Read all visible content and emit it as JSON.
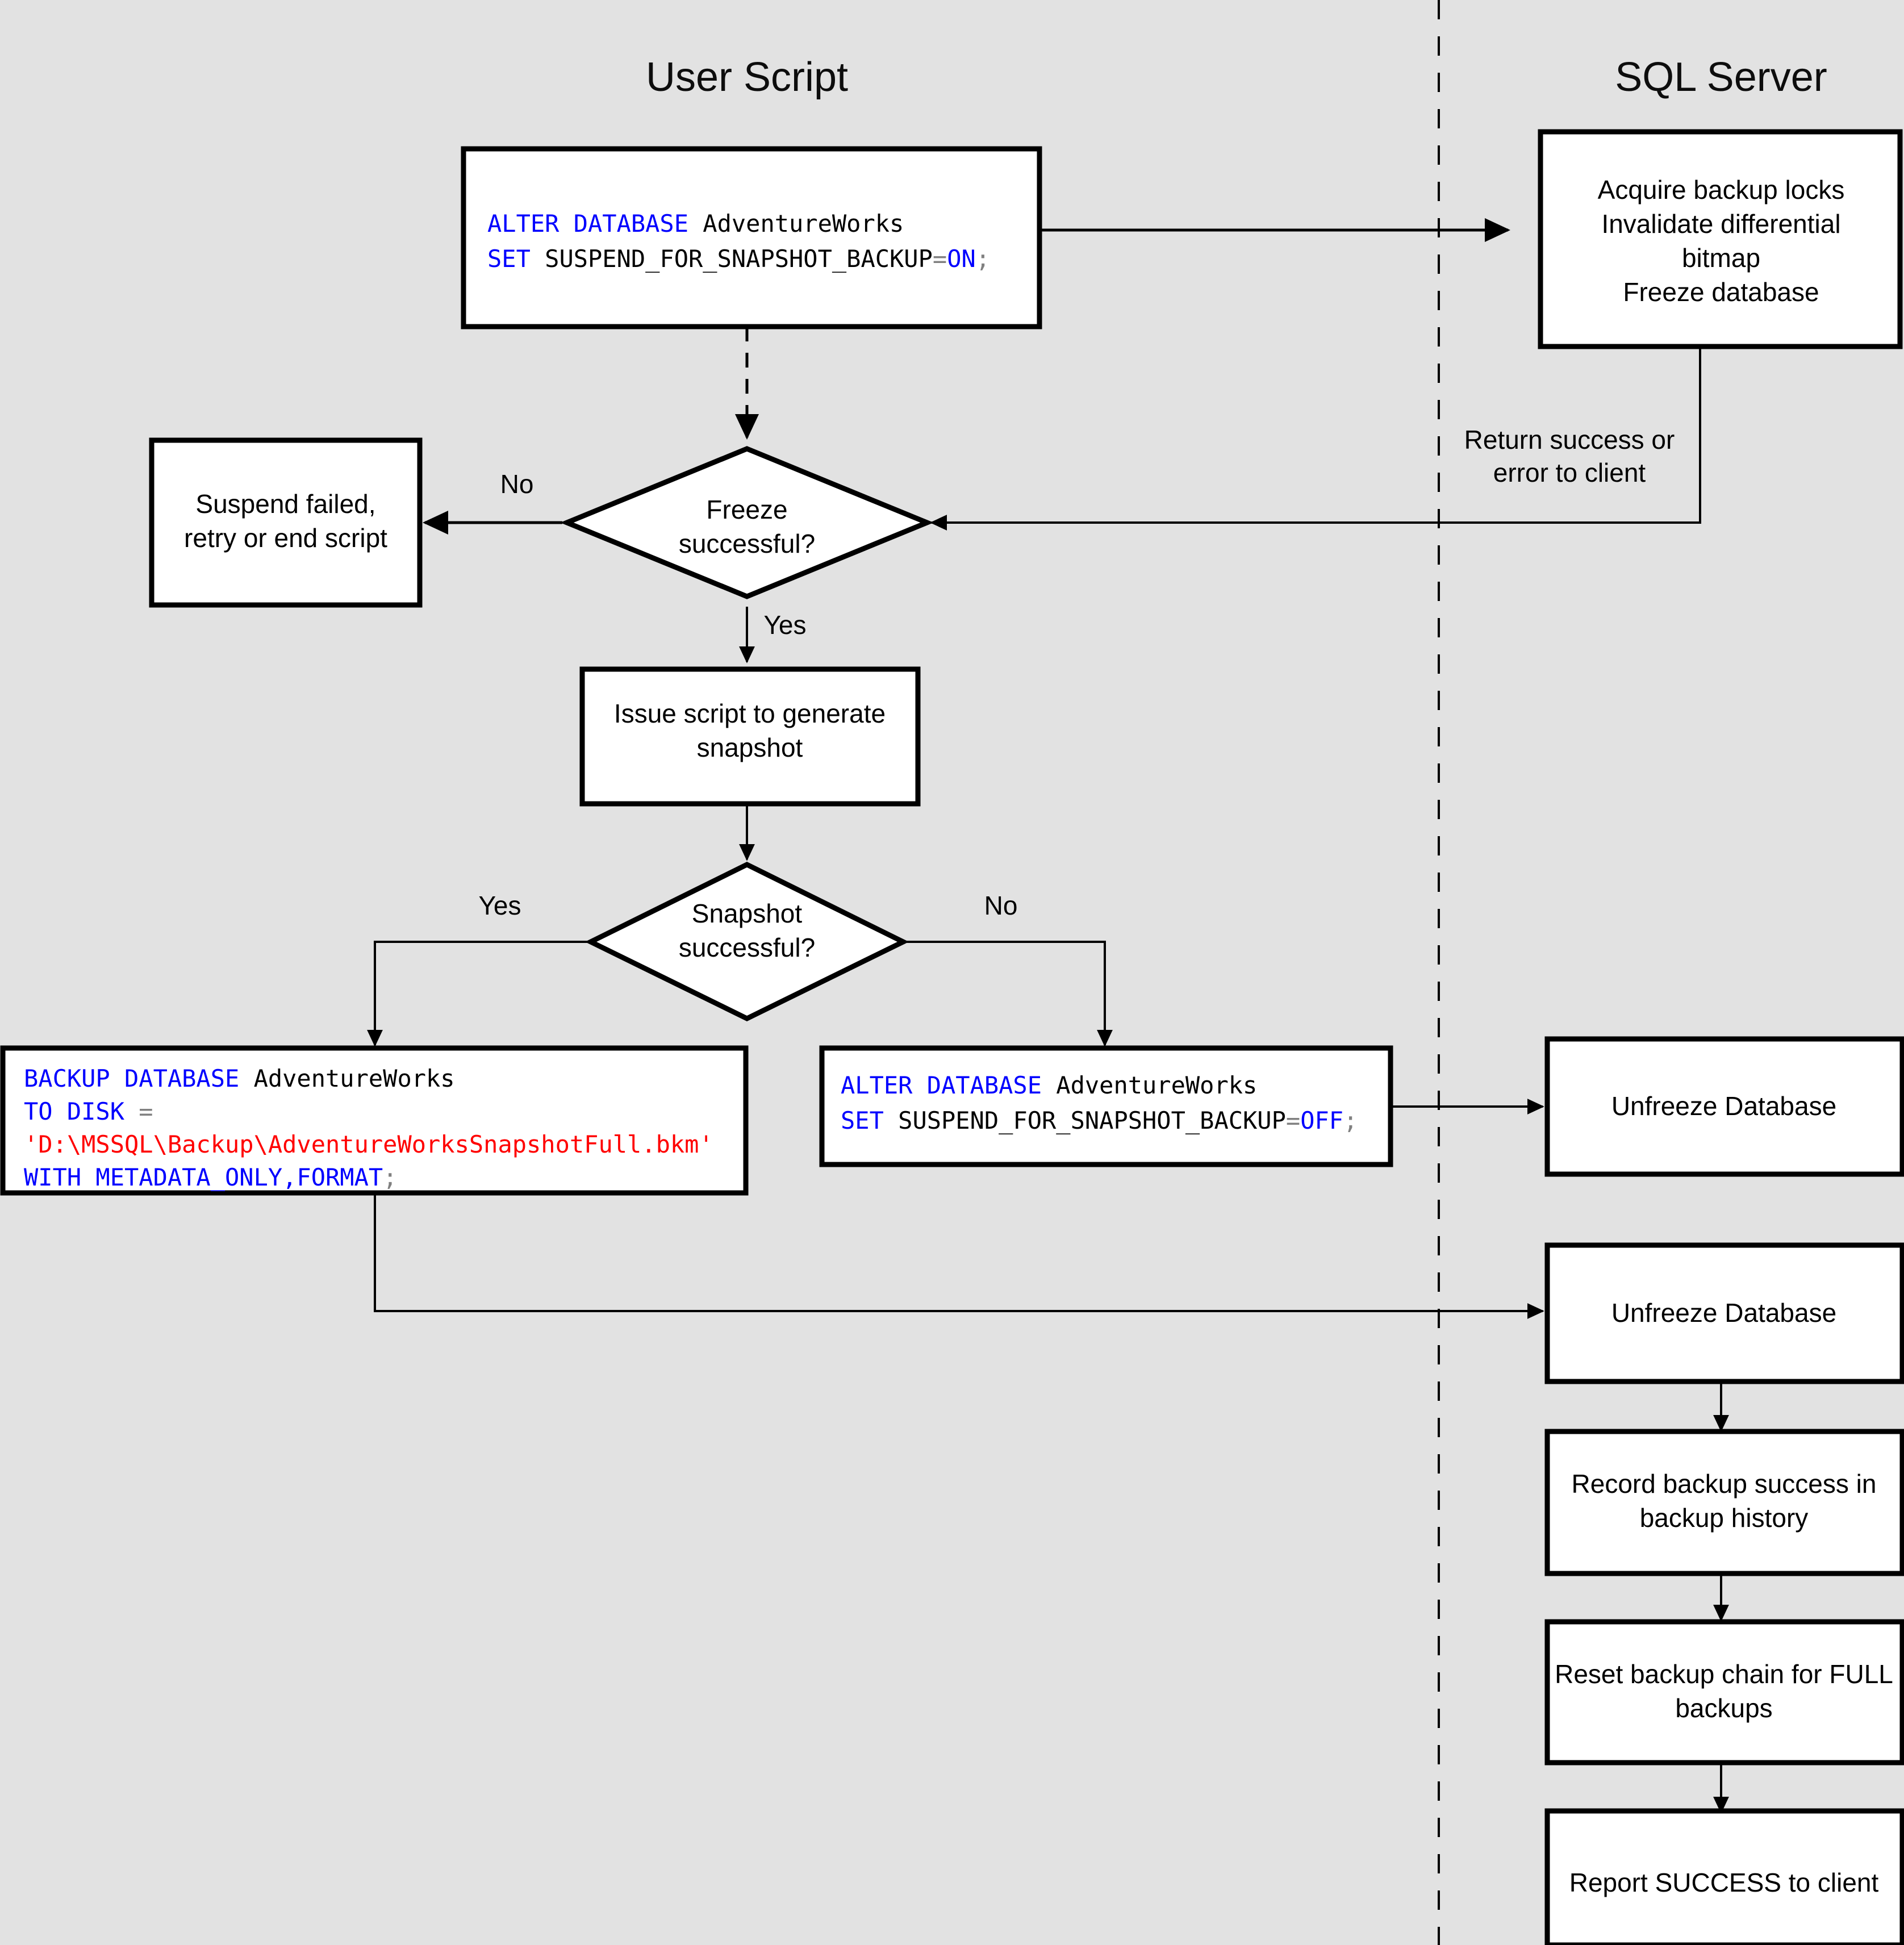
{
  "lanes": [
    {
      "id": "user-script",
      "title": "User Script"
    },
    {
      "id": "sql-server",
      "title": "SQL Server"
    }
  ],
  "nodes": {
    "alter_on": {
      "type": "code",
      "lines": [
        [
          {
            "t": "ALTER DATABASE ",
            "c": "k"
          },
          {
            "t": "AdventureWorks",
            "c": "pl"
          }
        ],
        [
          {
            "t": "SET ",
            "c": "k"
          },
          {
            "t": "SUSPEND_FOR_SNAPSHOT_BACKUP",
            "c": "pl"
          },
          {
            "t": "=",
            "c": "op"
          },
          {
            "t": "ON",
            "c": "k"
          },
          {
            "t": ";",
            "c": "punc"
          }
        ]
      ],
      "plain": "ALTER DATABASE AdventureWorks SET SUSPEND_FOR_SNAPSHOT_BACKUP=ON;"
    },
    "acquire_locks": {
      "type": "process",
      "lines": [
        "Acquire backup locks",
        "Invalidate differential",
        "bitmap",
        "Freeze database"
      ]
    },
    "suspend_failed": {
      "type": "process",
      "lines": [
        "Suspend failed,",
        "retry or end script"
      ]
    },
    "freeze_decision": {
      "type": "decision",
      "lines": [
        "Freeze",
        "successful?"
      ]
    },
    "issue_script": {
      "type": "process",
      "lines": [
        "Issue script to generate",
        "snapshot"
      ]
    },
    "snapshot_decision": {
      "type": "decision",
      "lines": [
        "Snapshot",
        "successful?"
      ]
    },
    "backup_database": {
      "type": "code",
      "lines": [
        [
          {
            "t": "BACKUP DATABASE ",
            "c": "k"
          },
          {
            "t": "AdventureWorks",
            "c": "pl"
          }
        ],
        [
          {
            "t": "TO DISK ",
            "c": "k"
          },
          {
            "t": "=",
            "c": "op"
          }
        ],
        [
          {
            "t": "'D:\\MSSQL\\Backup\\AdventureWorksSnapshotFull.bkm'",
            "c": "str"
          }
        ],
        [
          {
            "t": "WITH METADATA_ONLY,FORMAT",
            "c": "k"
          },
          {
            "t": ";",
            "c": "punc"
          }
        ]
      ],
      "plain": "BACKUP DATABASE AdventureWorks TO DISK = 'D:\\MSSQL\\Backup\\AdventureWorksSnapshotFull.bkm' WITH METADATA_ONLY,FORMAT;"
    },
    "alter_off": {
      "type": "code",
      "lines": [
        [
          {
            "t": "ALTER DATABASE ",
            "c": "k"
          },
          {
            "t": "AdventureWorks",
            "c": "pl"
          }
        ],
        [
          {
            "t": "SET ",
            "c": "k"
          },
          {
            "t": "SUSPEND_FOR_SNAPSHOT_BACKUP",
            "c": "pl"
          },
          {
            "t": "=",
            "c": "op"
          },
          {
            "t": "OFF",
            "c": "k"
          },
          {
            "t": ";",
            "c": "punc"
          }
        ]
      ],
      "plain": "ALTER DATABASE AdventureWorks SET SUSPEND_FOR_SNAPSHOT_BACKUP=OFF;"
    },
    "unfreeze_1": {
      "type": "process",
      "lines": [
        "Unfreeze Database"
      ]
    },
    "unfreeze_2": {
      "type": "process",
      "lines": [
        "Unfreeze Database"
      ]
    },
    "record_success": {
      "type": "process",
      "lines": [
        "Record backup success in",
        "backup history"
      ]
    },
    "reset_chain": {
      "type": "process",
      "lines": [
        "Reset backup chain for FULL",
        "backups"
      ]
    },
    "report_success": {
      "type": "process",
      "lines": [
        "Report SUCCESS to client"
      ]
    }
  },
  "edge_labels": {
    "return_success": [
      "Return success or",
      "error to client"
    ],
    "freeze_no": "No",
    "freeze_yes": "Yes",
    "snapshot_yes": "Yes",
    "snapshot_no": "No"
  },
  "colors": {
    "background": "#e2e2e2",
    "node_fill": "#ffffff",
    "stroke": "#000000",
    "keyword": "#0000ff",
    "string": "#ff0000",
    "operator": "#808080",
    "plain_text": "#000000"
  }
}
